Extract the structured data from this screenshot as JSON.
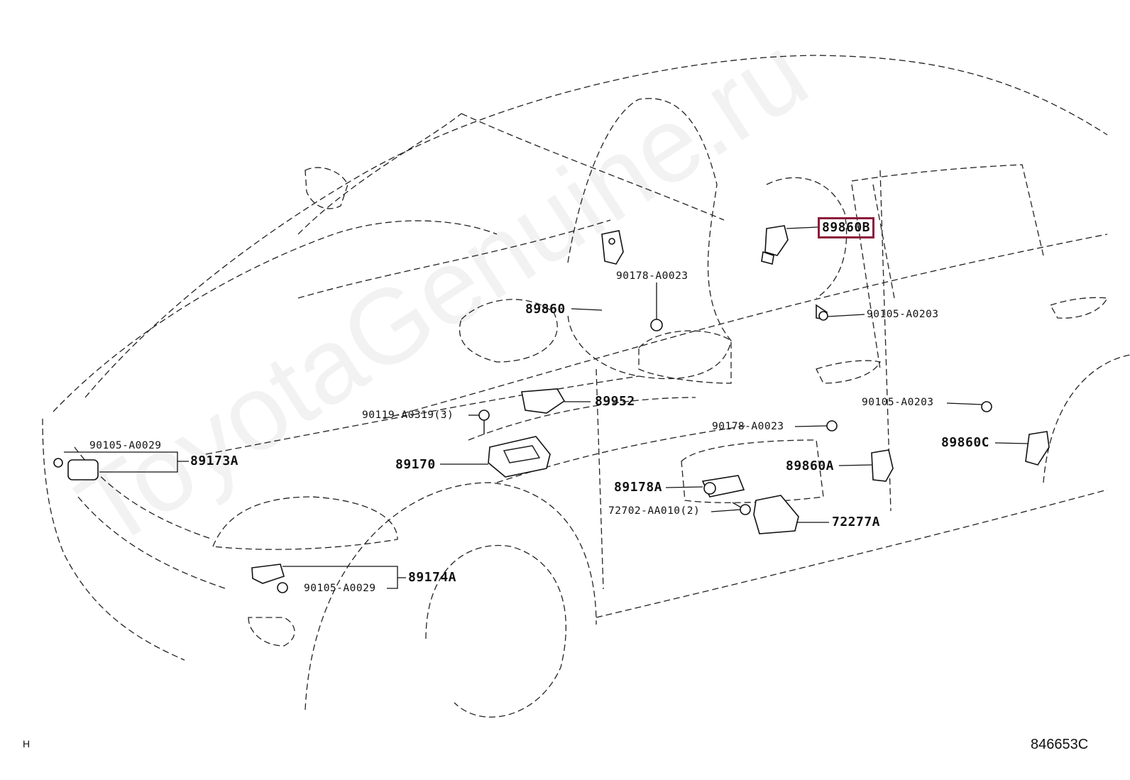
{
  "watermark": "ToyotaGenuine.ru",
  "labels": {
    "p89860": "89860",
    "p90178_top": "90178-A0023",
    "p89860B": "89860B",
    "p90105_A0203_top": "90105-A0203",
    "p89952": "89952",
    "p90119": "90119-A0319(3)",
    "p90105_A0029_left": "90105-A0029",
    "p89173A": "89173A",
    "p89170": "89170",
    "p90105_A0203_right": "90105-A0203",
    "p90178_mid": "90178-A0023",
    "p89860C": "89860C",
    "p89860A": "89860A",
    "p89178A": "89178A",
    "p72702": "72702-AA010(2)",
    "p72277A": "72277A",
    "p89174A": "89174A",
    "p90105_A0029_bottom": "90105-A0029"
  },
  "highlighted_label": "89860B",
  "highlight_color": "#8c1a3a",
  "corner_left": "H",
  "corner_right": "846653C"
}
